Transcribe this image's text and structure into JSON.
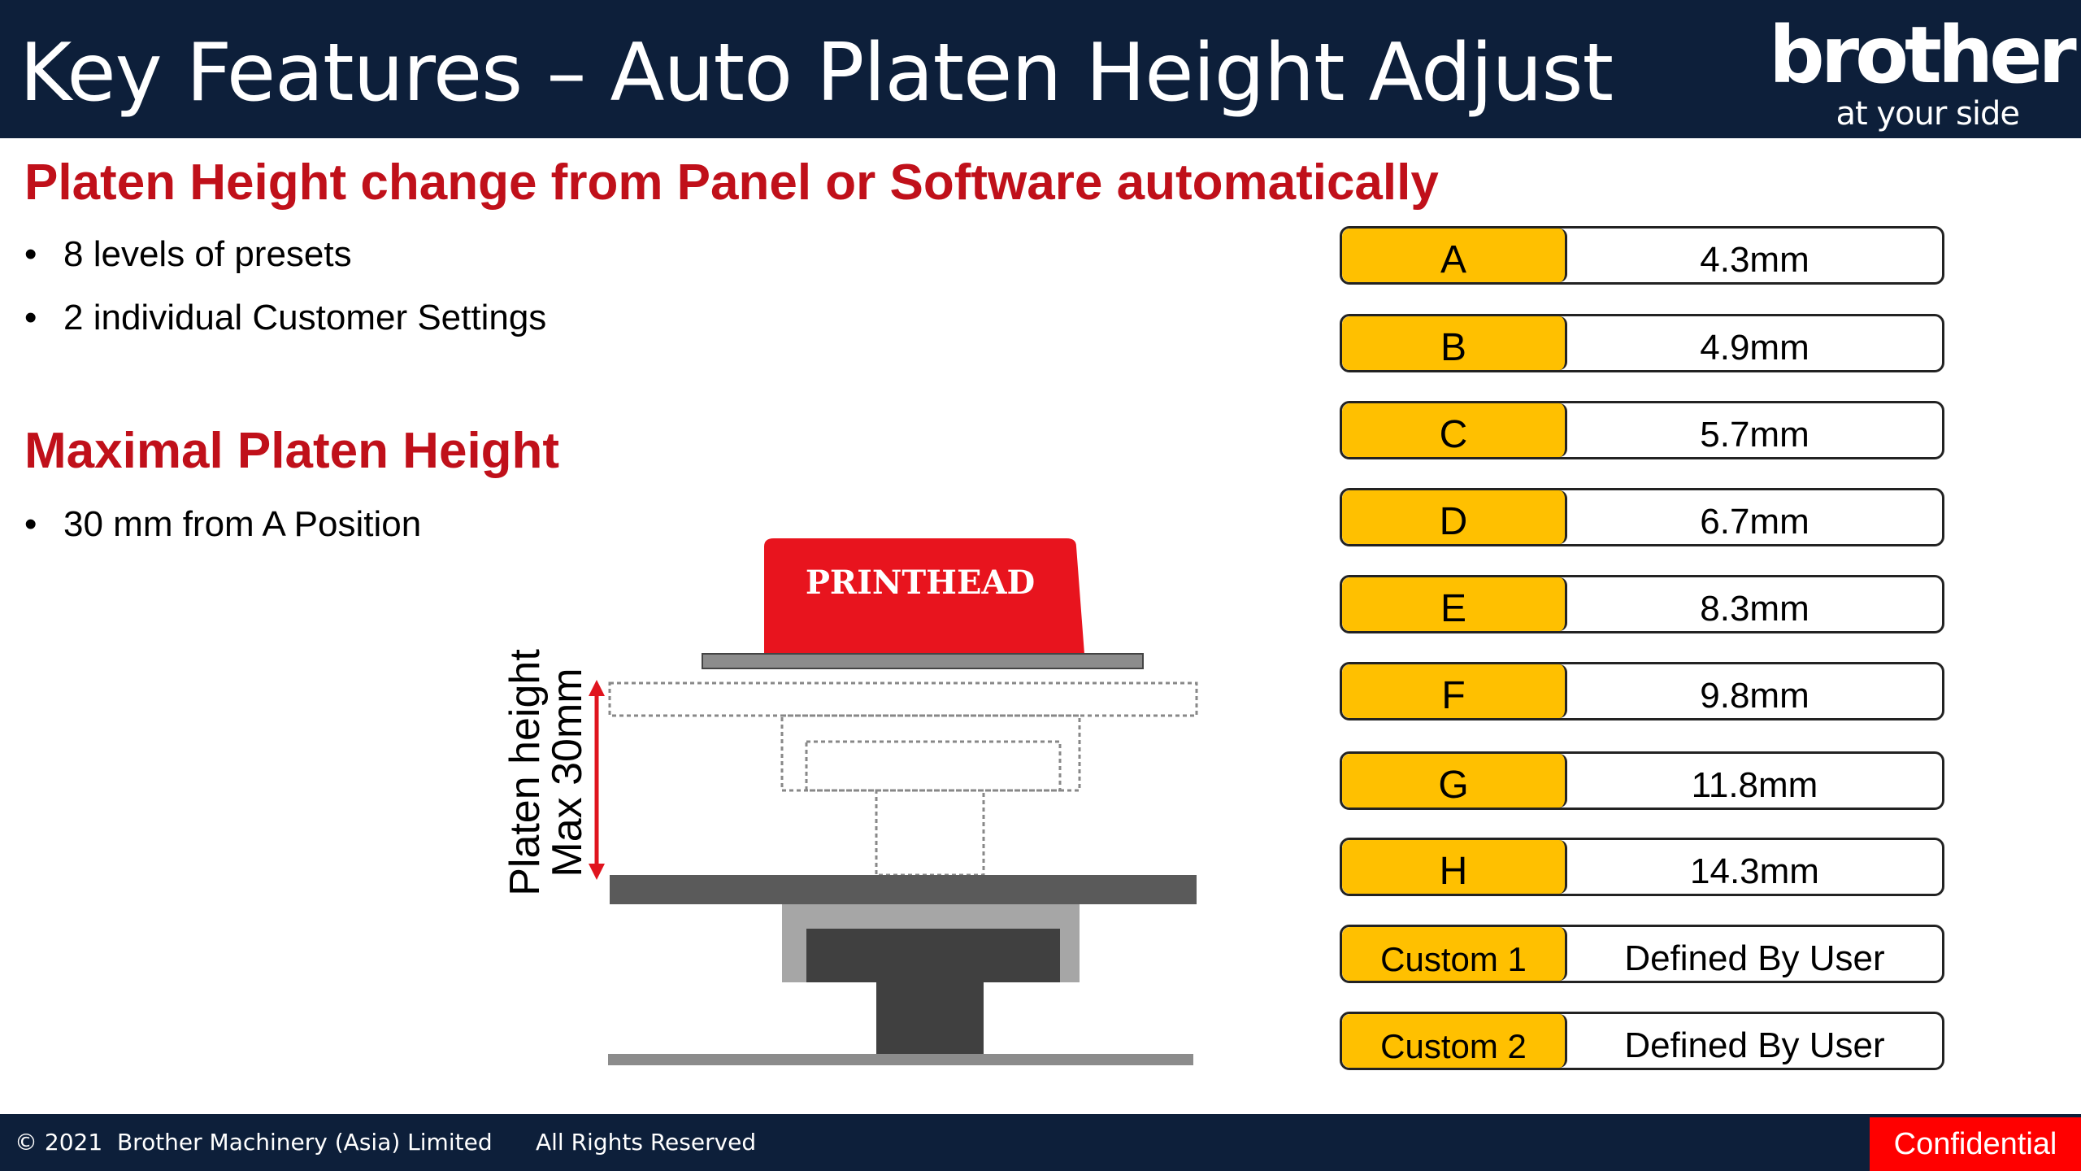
{
  "header": {
    "title": "Key Features – Auto Platen Height Adjust",
    "logo_word": "brother",
    "logo_tagline": "at your side"
  },
  "section1": {
    "heading": "Platen Height change from Panel or Software automatically",
    "bullets": [
      "8 levels of presets",
      "2 individual Customer Settings"
    ]
  },
  "section2": {
    "heading": "Maximal Platen Height",
    "bullets": [
      "30 mm from A Position"
    ]
  },
  "bullet_glyph": "•",
  "diagram": {
    "printhead_label": "PRINTHEAD",
    "side_label_line1": "Platen height",
    "side_label_line2": "Max 30mm",
    "colors": {
      "printhead": "#e8141e",
      "arrow": "#e0141e",
      "platen": "#5a5a5a",
      "support_light": "#a6a6a6",
      "support_dark": "#404040",
      "base": "#8c8c8c"
    }
  },
  "levels": [
    {
      "key": "A",
      "value": "4.3mm"
    },
    {
      "key": "B",
      "value": "4.9mm"
    },
    {
      "key": "C",
      "value": "5.7mm"
    },
    {
      "key": "D",
      "value": "6.7mm"
    },
    {
      "key": "E",
      "value": "8.3mm"
    },
    {
      "key": "F",
      "value": "9.8mm"
    },
    {
      "key": "G",
      "value": "11.8mm"
    },
    {
      "key": "H",
      "value": "14.3mm"
    },
    {
      "key": "Custom 1",
      "value": "Defined By User"
    },
    {
      "key": "Custom 2",
      "value": "Defined By User"
    }
  ],
  "footer": {
    "copyright": "© 2021  Brother Machinery (Asia) Limited      All Rights Reserved",
    "badge": "Confidential"
  },
  "accent_colors": {
    "header_bg": "#0d1f3a",
    "heading_red": "#c0101a",
    "level_key": "#ffc000",
    "badge_red": "#ff0000"
  }
}
